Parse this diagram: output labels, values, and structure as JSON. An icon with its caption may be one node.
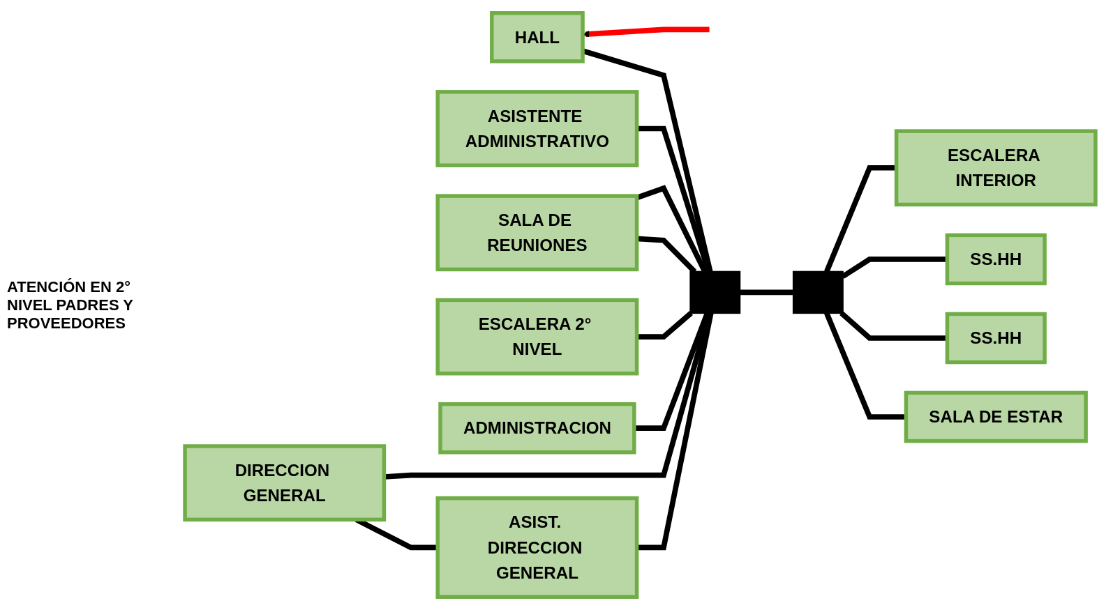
{
  "diagram": {
    "nodes": [
      {
        "text": [
          "HALL"
        ]
      },
      {
        "text": [
          "ASISTENTE ADMINISTRATIVO"
        ]
      },
      {
        "text": [
          "SALA DE REUNIONES"
        ]
      },
      {
        "text": [
          "ESCALERA INTERIOR"
        ]
      },
      {
        "text": [
          "SS.HH"
        ]
      },
      {
        "text": [
          "SS.HH"
        ]
      },
      {
        "text": [],
        "shape": "bar"
      },
      {
        "text": [],
        "shape": "bar"
      },
      {
        "text": [
          "ESCALERA 2° NIVEL"
        ]
      },
      {
        "text": [
          "ADMINISTRACION"
        ]
      },
      {
        "text": [
          "ASIST. DIRECCION GENERAL"
        ]
      },
      {
        "text": [
          "DIRECCION GENERAL"
        ]
      },
      {
        "text": [
          "SALA DE ESTAR"
        ]
      }
    ],
    "edges": [
      {
        "from": null,
        "to": 0,
        "arrow": "to",
        "color": "#ff0000"
      },
      {
        "from": 6,
        "to": 0,
        "arrow": "none"
      },
      {
        "from": 6,
        "to": 1,
        "arrow": "none"
      },
      {
        "from": 6,
        "to": 2,
        "arrow": "none"
      },
      {
        "from": 6,
        "to": 2,
        "arrow": "none"
      },
      {
        "from": 7,
        "to": 6,
        "arrow": "none"
      },
      {
        "from": 3,
        "to": 7,
        "arrow": "none"
      },
      {
        "from": 4,
        "to": 7,
        "arrow": "none"
      },
      {
        "from": 5,
        "to": 7,
        "arrow": "none"
      },
      {
        "from": 6,
        "to": 8,
        "arrow": "none"
      },
      {
        "from": 6,
        "to": 9,
        "arrow": "none"
      },
      {
        "from": 6,
        "to": 10,
        "arrow": "none"
      },
      {
        "from": 6,
        "to": 11,
        "arrow": "none"
      },
      {
        "from": 10,
        "to": 11,
        "arrow": "none"
      },
      {
        "from": 12,
        "to": 7,
        "arrow": "none"
      }
    ],
    "labels": [
      "ATENCIÓN EN 2° NIVEL PADRES Y PROVEEDORES"
    ]
  }
}
